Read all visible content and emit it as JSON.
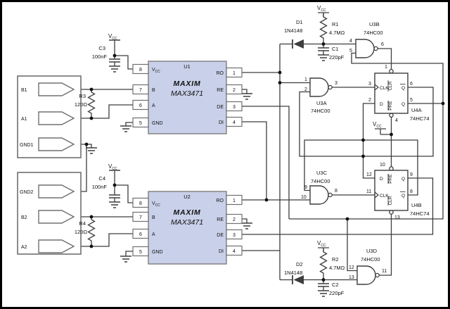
{
  "pwr": {
    "v": "V",
    "cc": "CC"
  },
  "colors": {
    "wire": "#3d3d3d",
    "outline": "#707070",
    "chip_fill": "#c9d0e9",
    "text": "#111111",
    "background": "#ffffff"
  },
  "u1": {
    "ref": "U1",
    "logo": "MAXIM",
    "part": "MAX3471",
    "pin8": "8",
    "pin7": "7",
    "pin6": "6",
    "pin5": "5",
    "pin1": "1",
    "pin2": "2",
    "pin3": "3",
    "pin4": "4",
    "name_b": "B",
    "name_a": "A",
    "name_gnd": "GND",
    "name_ro": "RO",
    "name_re": "RE",
    "name_de": "DE",
    "name_di": "DI"
  },
  "u2": {
    "ref": "U2",
    "logo": "MAXIM",
    "part": "MAX3471",
    "pin8": "8",
    "pin7": "7",
    "pin6": "6",
    "pin5": "5",
    "pin1": "1",
    "pin2": "2",
    "pin3": "3",
    "pin4": "4",
    "name_b": "B",
    "name_a": "A",
    "name_gnd": "GND",
    "name_ro": "RO",
    "name_re": "RE",
    "name_de": "DE",
    "name_di": "DI"
  },
  "u3a": {
    "ref": "U3A",
    "part": "74HC00",
    "in_a": "1",
    "in_b": "2",
    "out": "3"
  },
  "u3b": {
    "ref": "U3B",
    "part": "74HC00",
    "in_a": "4",
    "in_b": "5",
    "out": "6"
  },
  "u3c": {
    "ref": "U3C",
    "part": "74HC00",
    "in_a": "9",
    "in_b": "10",
    "out": "8"
  },
  "u3d": {
    "ref": "U3D",
    "part": "74HC00",
    "in_a": "12",
    "in_b": "13",
    "out": "11"
  },
  "u4a": {
    "ref": "U4A",
    "part": "74HC74",
    "pin_clr": "1",
    "pin_clk": "3",
    "pin_d": "2",
    "pin_pre": "4",
    "pin_q": "5",
    "pin_qb": "6",
    "lbl_clk": "CLK",
    "lbl_d": "D",
    "lbl_q": "Q",
    "lbl_qb": "Q",
    "lbl_clr": "CLR",
    "lbl_pre": "PRE"
  },
  "u4b": {
    "ref": "U4B",
    "part": "74HC74",
    "pin_pre": "10",
    "pin_d": "12",
    "pin_clk": "11",
    "pin_q": "9",
    "pin_qb": "8",
    "pin_clr": "13",
    "lbl_clk": "CLK",
    "lbl_d": "D",
    "lbl_q": "Q",
    "lbl_qb": "Q",
    "lbl_clr": "CLR",
    "lbl_pre": "PRE"
  },
  "r1": {
    "ref": "R1",
    "value": "4.7MΩ"
  },
  "r2": {
    "ref": "R2",
    "value": "4.7MΩ"
  },
  "r3": {
    "ref": "R3",
    "value": "120Ω"
  },
  "r4": {
    "ref": "R4",
    "value": "120Ω"
  },
  "c1": {
    "ref": "C1",
    "value": "220pF"
  },
  "c2": {
    "ref": "C2",
    "value": "220pF"
  },
  "c3": {
    "ref": "C3",
    "value": "100nF"
  },
  "c4": {
    "ref": "C4",
    "value": "100nF"
  },
  "d1": {
    "ref": "D1",
    "value": "1N4148"
  },
  "d2": {
    "ref": "D2",
    "value": "1N4148"
  },
  "conn1": {
    "b": "B1",
    "a": "A1",
    "gnd": "GND1"
  },
  "conn2": {
    "gnd": "GND2",
    "b": "B2",
    "a": "A2"
  }
}
